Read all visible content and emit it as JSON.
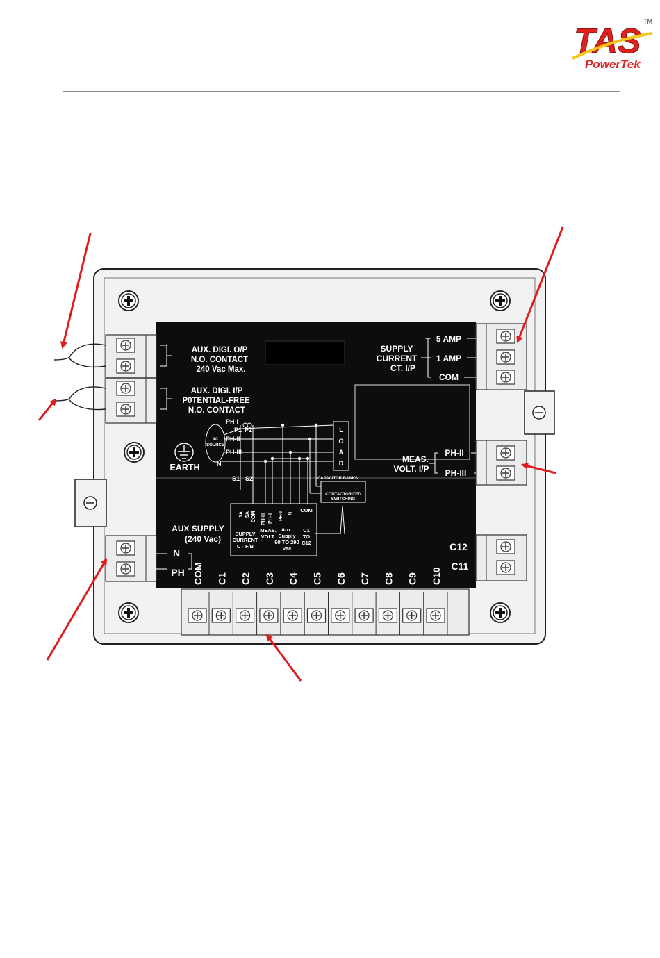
{
  "logo": {
    "brand_large": "TAS",
    "brand_small": "PowerTek",
    "trademark": "TM",
    "colors": {
      "brand_red": "#e0221f",
      "brand_yellow": "#f5c518"
    }
  },
  "panel": {
    "left_top_block": {
      "line1": "AUX. DIGI. O/P",
      "line2": "N.O. CONTACT",
      "line3": "240 Vac Max."
    },
    "left_mid_block": {
      "line1": "AUX. DIGI. I/P",
      "line2": "P0TENTIAL-FREE",
      "line3": "N.O. CONTACT"
    },
    "earth_label": "EARTH",
    "aux_supply": {
      "line1": "AUX SUPPLY",
      "line2": "(240 Vac)",
      "n_label": "N",
      "ph_label": "PH"
    },
    "supply_current": {
      "line1": "SUPPLY",
      "line2": "CURRENT",
      "line3": "CT. I/P",
      "taps": [
        "5 AMP",
        "1 AMP",
        "COM"
      ]
    },
    "meas_volt": {
      "line1": "MEAS.",
      "line2": "VOLT. I/P",
      "taps": [
        "PH-II",
        "PH-III"
      ]
    },
    "right_terminals": [
      "C12",
      "C11"
    ],
    "bottom_terminals": [
      "COM",
      "C1",
      "C2",
      "C3",
      "C4",
      "C5",
      "C6",
      "C7",
      "C8",
      "C9",
      "C10"
    ],
    "schematic": {
      "ph1": "PH-I",
      "ph2": "PH-II",
      "ph3": "PH-III",
      "neutral": "N",
      "p1": "P1",
      "p2": "P2",
      "s1": "S1",
      "s2": "S2",
      "source_line1": "AC",
      "source_line2": "SOURCE",
      "load": [
        "L",
        "O",
        "A",
        "D"
      ],
      "capacitor_banks": "CAPACITOR BANKS",
      "contactor_line1": "CONTACTORIZED",
      "contactor_line2": "SWITCHING",
      "relay_box": {
        "ct_taps": [
          "1A",
          "5A",
          "COM"
        ],
        "ct_line1": "SUPPLY",
        "ct_line2": "CURRENT",
        "ct_line3": "CT F/B",
        "meas_taps": [
          "PH-III",
          "PH-II"
        ],
        "meas_line1": "MEAS.",
        "meas_line2": "VOLT.",
        "aux_taps": [
          "PH-I",
          "N"
        ],
        "aux_line1": "Aux.",
        "aux_line2": "Supply",
        "aux_line3": "90 TO 290",
        "aux_line4": "Vac",
        "com_label": "COM",
        "out_line1": "C1",
        "out_line2": "TO",
        "out_line3": "C12"
      }
    }
  },
  "colors": {
    "arrow": "#e01b1b",
    "panel_black": "#0d0d0d",
    "enclosure": "#f2f2f2"
  }
}
